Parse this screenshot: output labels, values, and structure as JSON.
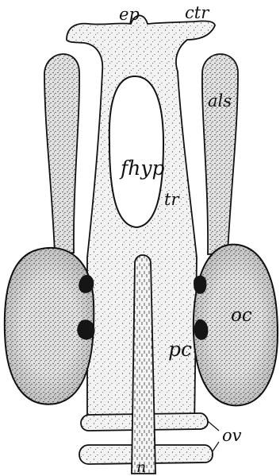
{
  "figure": {
    "colors": {
      "background": "#ffffff",
      "ink": "#111111",
      "fill_light": "#f1f1f1",
      "fill_shaded": "#e4e4e4"
    },
    "labels": {
      "ep": "ep",
      "ctr": "ctr",
      "als": "als",
      "fhyp": "fhyp",
      "tr": "tr",
      "oc": "oc",
      "pc": "pc",
      "ov": "ov",
      "n": "n"
    }
  }
}
